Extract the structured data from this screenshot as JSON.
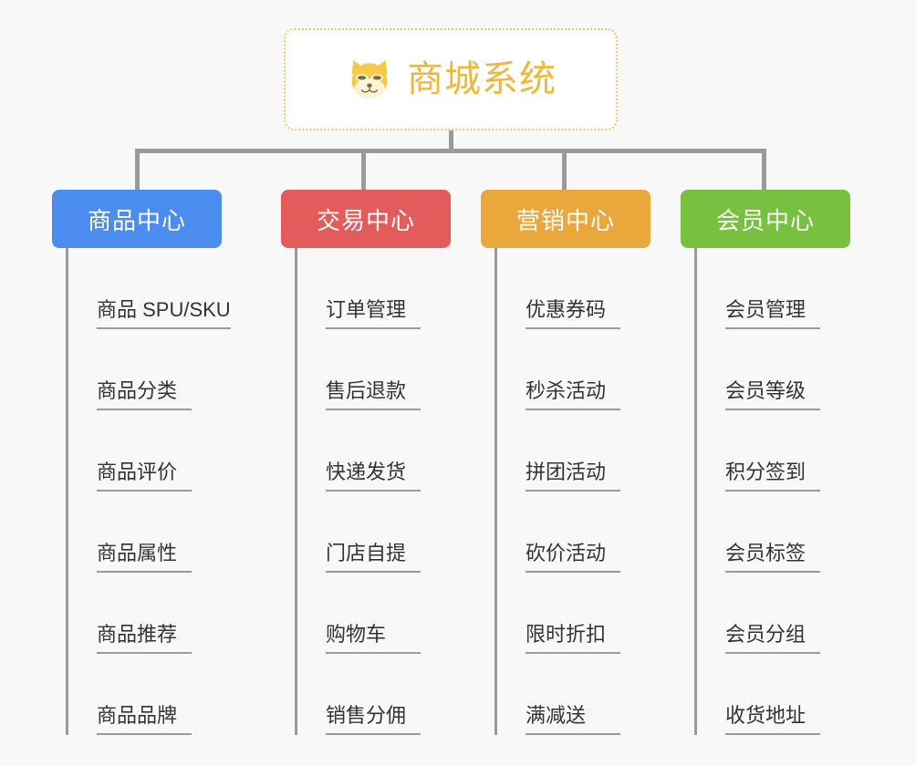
{
  "diagram": {
    "type": "organization-tree",
    "background_color": "#f8f8f8",
    "connector_color": "#9a9a9a",
    "root": {
      "title": "商城系统",
      "logo_icon": "shiba-inu-dog-face-icon",
      "title_color": "#f2b739",
      "border_color": "#f3c66a",
      "border_style": "dotted",
      "background_color": "#ffffff"
    },
    "branches": [
      {
        "label": "商品中心",
        "color": "#4a8cf0",
        "items": [
          "商品 SPU/SKU",
          "商品分类",
          "商品评价",
          "商品属性",
          "商品推荐",
          "商品品牌"
        ]
      },
      {
        "label": "交易中心",
        "color": "#e35b5b",
        "items": [
          "订单管理",
          "售后退款",
          "快递发货",
          "门店自提",
          "购物车",
          "销售分佣"
        ]
      },
      {
        "label": "营销中心",
        "color": "#eaa73c",
        "items": [
          "优惠券码",
          "秒杀活动",
          "拼团活动",
          "砍价活动",
          "限时折扣",
          "满减送"
        ]
      },
      {
        "label": "会员中心",
        "color": "#78c040",
        "items": [
          "会员管理",
          "会员等级",
          "积分签到",
          "会员标签",
          "会员分组",
          "收货地址"
        ]
      }
    ]
  }
}
